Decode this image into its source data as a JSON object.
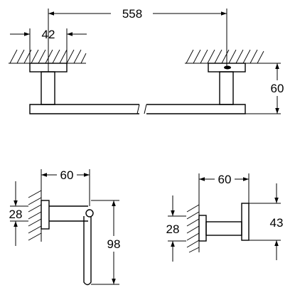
{
  "towel_bar": {
    "overall_length": "558",
    "bracket_width": "42",
    "depth": "60"
  },
  "paper_holder": {
    "depth": "60",
    "base_height": "28",
    "length": "98"
  },
  "robe_hook": {
    "depth": "60",
    "base_height": "28",
    "height": "43"
  }
}
